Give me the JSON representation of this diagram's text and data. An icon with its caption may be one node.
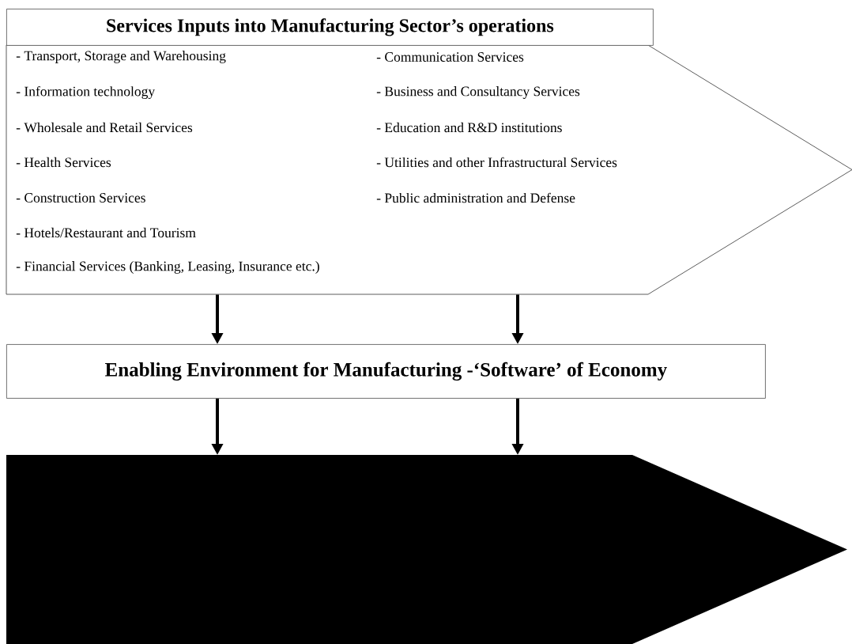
{
  "diagram": {
    "nodes": [
      {
        "text": [
          "Services Inputs into Manufacturing Sector’s operations",
          "- Transport, Storage and Warehousing",
          "- Communication Services",
          "- Information technology",
          "- Business and Consultancy Services",
          "- Wholesale and Retail Services",
          "- Education and R&D institutions",
          "- Health Services",
          "- Utilities and other Infrastructural Services",
          "- Construction Services",
          "- Public administration and Defense",
          "- Hotels/Restaurant and Tourism",
          "- Financial Services (Banking, Leasing, Insurance etc.)"
        ]
      },
      {
        "text": [
          "Enabling Environment for Manufacturing -‘Software’ of Economy"
        ]
      },
      {
        "text": [],
        "shape": "pentagon"
      }
    ],
    "edges": [
      {
        "from": 0,
        "to": 1,
        "arrow": "to"
      },
      {
        "from": 0,
        "to": 1,
        "arrow": "to"
      },
      {
        "from": 1,
        "to": 2,
        "arrow": "to"
      },
      {
        "from": 1,
        "to": 2,
        "arrow": "to"
      }
    ]
  }
}
